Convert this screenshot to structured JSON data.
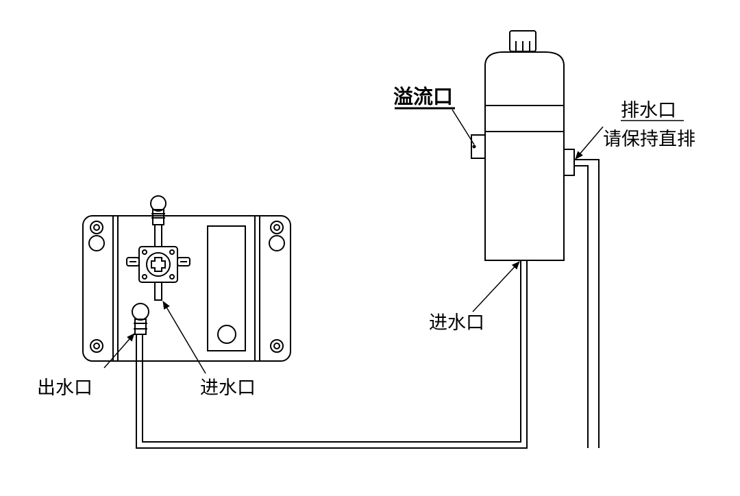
{
  "labels": {
    "overflow": "溢流口",
    "drain_line1": "排水口",
    "drain_line2": "请保持直排",
    "tank_inlet": "进水口",
    "pump_outlet": "出水口",
    "pump_inlet": "进水口"
  }
}
